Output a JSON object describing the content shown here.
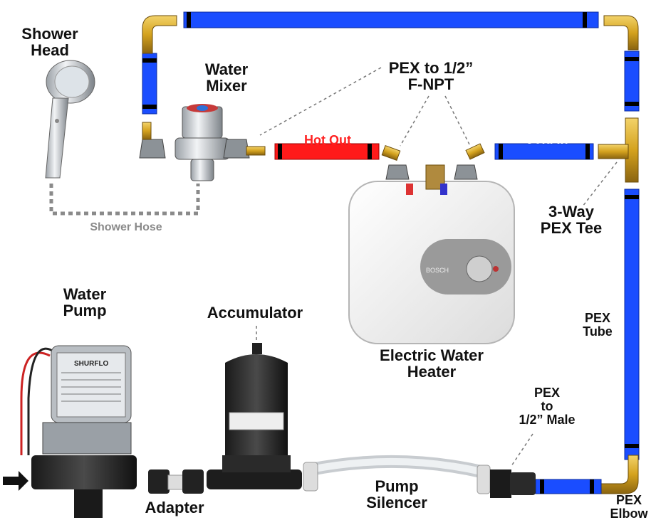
{
  "labels": {
    "shower_head": "Shower\nHead",
    "water_mixer": "Water\nMixer",
    "pex_fnpt": "PEX to 1/2”\nF-NPT",
    "hot_out": "Hot Out",
    "cold_in": "Cold In",
    "shower_hose": "Shower Hose",
    "three_way_tee": "3-Way\nPEX Tee",
    "electric_water_heater": "Electric Water\nHeater",
    "pex_tube": "PEX\nTube",
    "water_pump": "Water\nPump",
    "accumulator": "Accumulator",
    "pex_male": "PEX\nto\n1/2” Male",
    "adapter": "Adapter",
    "pump_silencer": "Pump\nSilencer",
    "pex_elbow": "PEX\nElbow"
  },
  "product_text": {
    "heater_brand": "BOSCH",
    "pump_brand": "SHURFLO"
  },
  "colors": {
    "pex_cold": "#1a4dff",
    "pex_hot": "#ff1a1a",
    "brass": "#d4a21e",
    "hose_gray": "#8a8a8a",
    "hot_label": "#ff2222",
    "cold_label": "#ffffff"
  }
}
